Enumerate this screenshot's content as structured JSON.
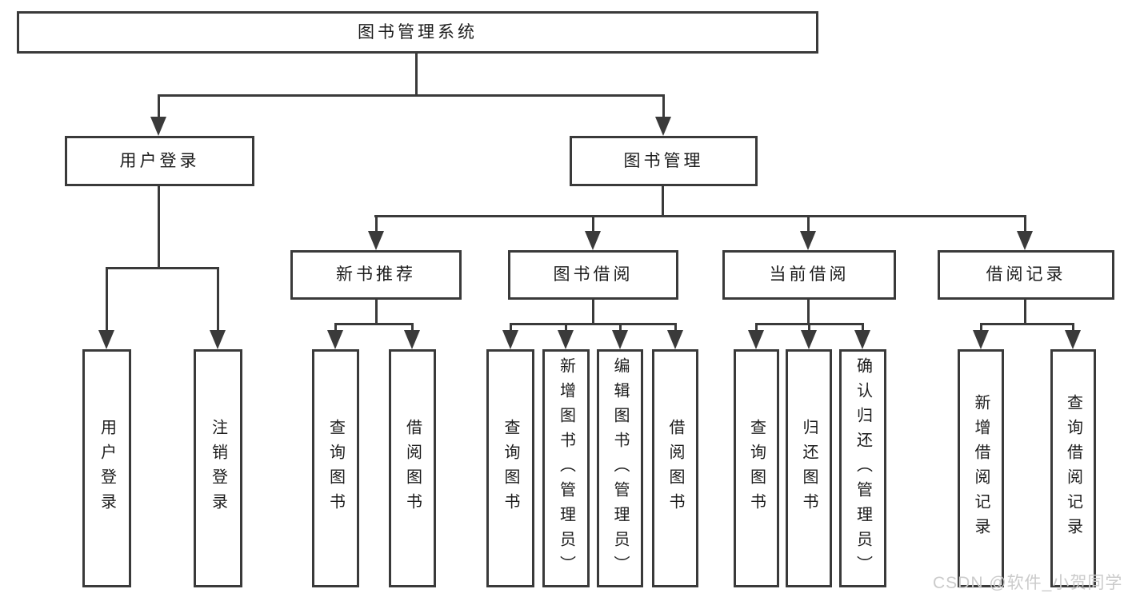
{
  "diagram": {
    "root": {
      "label": "图书管理系统"
    },
    "branches": [
      {
        "label": "用户登录",
        "children": [
          {
            "label": "用户登录"
          },
          {
            "label": "注销登录"
          }
        ]
      },
      {
        "label": "图书管理",
        "children": [
          {
            "label": "新书推荐",
            "children": [
              {
                "label": "查询图书"
              },
              {
                "label": "借阅图书"
              }
            ]
          },
          {
            "label": "图书借阅",
            "children": [
              {
                "label": "查询图书"
              },
              {
                "label": "新增图书（管理员）"
              },
              {
                "label": "编辑图书（管理员）"
              },
              {
                "label": "借阅图书"
              }
            ]
          },
          {
            "label": "当前借阅",
            "children": [
              {
                "label": "查询图书"
              },
              {
                "label": "归还图书"
              },
              {
                "label": "确认归还（管理员）"
              }
            ]
          },
          {
            "label": "借阅记录",
            "children": [
              {
                "label": "新增借阅记录"
              },
              {
                "label": "查询借阅记录"
              }
            ]
          }
        ]
      }
    ]
  },
  "watermark": {
    "text": "CSDN @软件_小贺同学"
  },
  "colors": {
    "line": "#3a3a3a",
    "box_border": "#3a3a3a",
    "box_fill": "#ffffff",
    "text": "#1c1c1c",
    "background": "#ffffff",
    "watermark": "#cbcbcb"
  }
}
